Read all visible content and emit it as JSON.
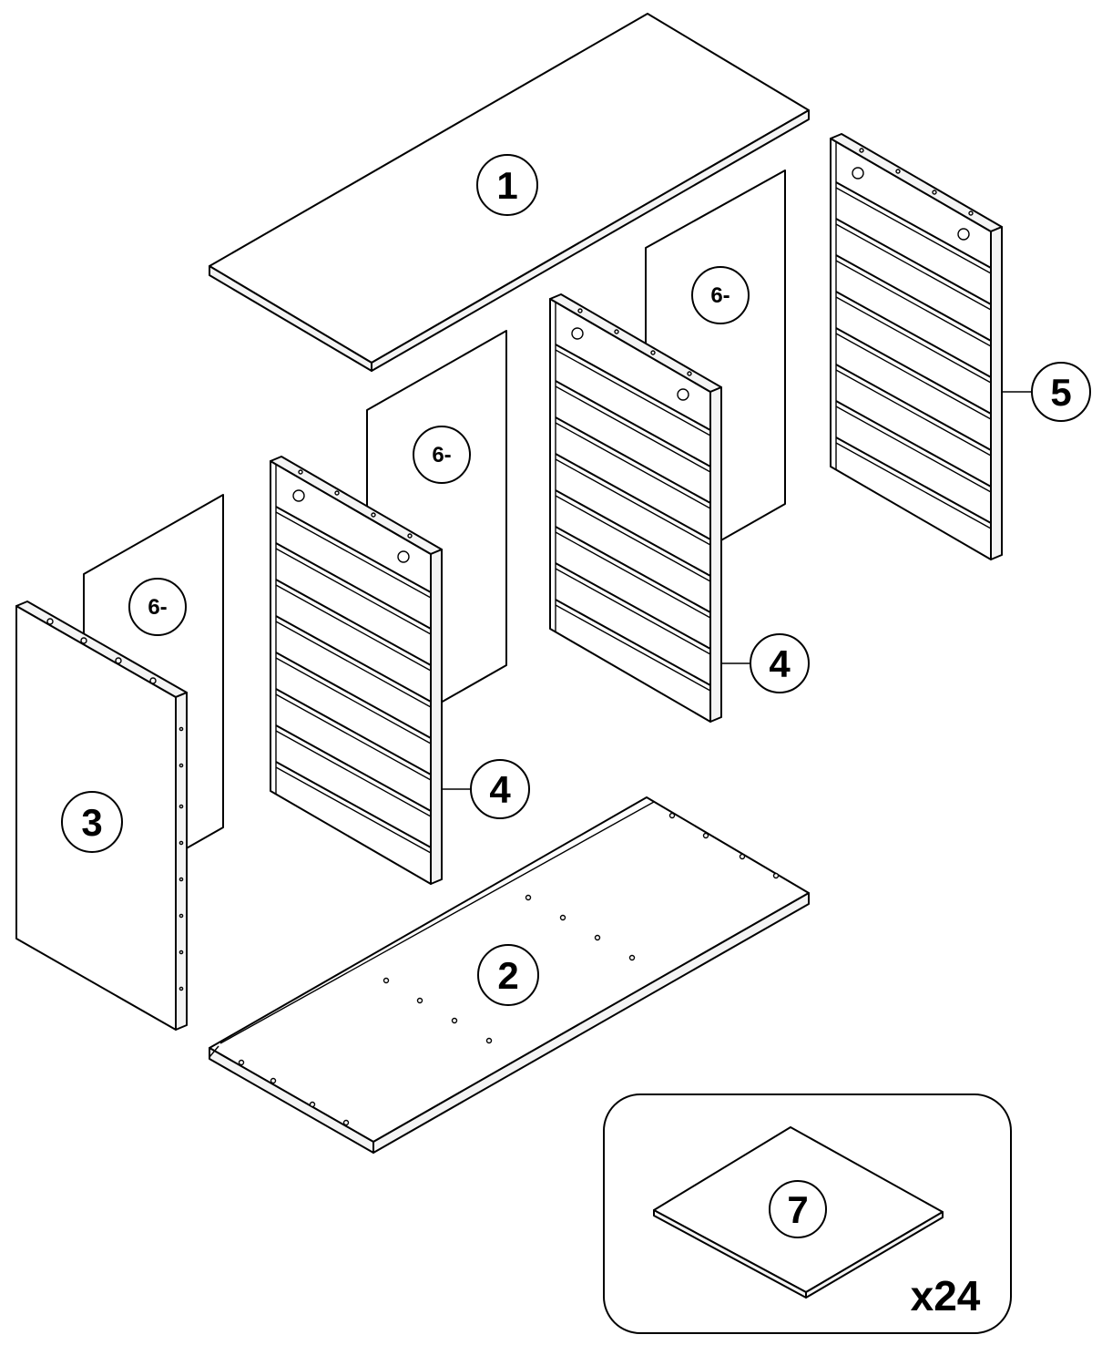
{
  "parts": {
    "p1": "1",
    "p2": "2",
    "p3": "3",
    "p4a": "4",
    "p4b": "4",
    "p5": "5",
    "p6a": "6-",
    "p6b": "6-",
    "p6c": "6-",
    "p7": "7"
  },
  "quantity": "x24"
}
